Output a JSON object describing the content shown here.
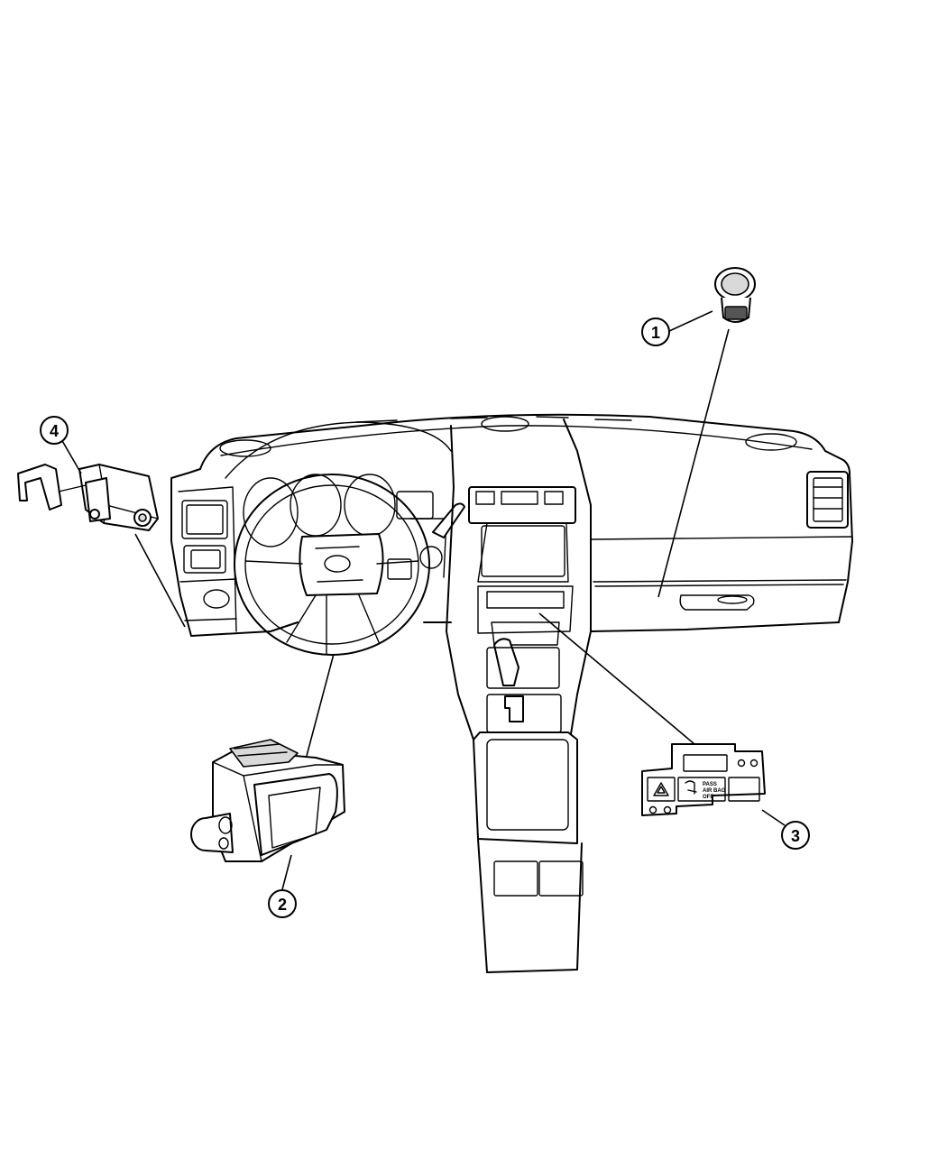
{
  "callouts": [
    {
      "id": "1",
      "label": "1"
    },
    {
      "id": "2",
      "label": "2"
    },
    {
      "id": "3",
      "label": "3"
    },
    {
      "id": "4",
      "label": "4"
    }
  ],
  "panel_text": {
    "line1": "PASS",
    "line2": "AIR BAG",
    "line3": "OFF"
  }
}
